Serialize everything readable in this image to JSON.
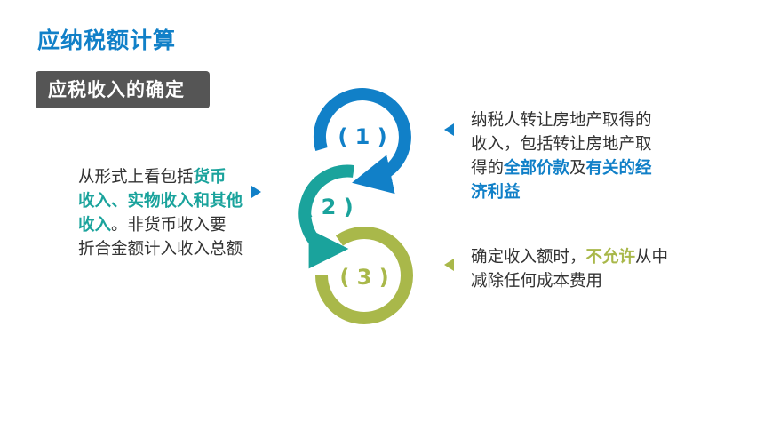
{
  "title": "应纳税额计算",
  "subtitle": "应税收入的确定",
  "colors": {
    "blue": "#1180c8",
    "teal": "#1aa39c",
    "olive": "#a9b84a",
    "box": "#555555"
  },
  "steps": [
    {
      "label": "( 1 )",
      "color": "#1180c8"
    },
    {
      "label": "( 2 )",
      "color": "#1aa39c"
    },
    {
      "label": "( 3 )",
      "color": "#a9b84a"
    }
  ],
  "left_text": {
    "p1": "从形式上看包括",
    "h1": "货币收入、实物收入和其他收入",
    "p2": "。非货币收入要折合金额计入收入总额"
  },
  "right_top": {
    "p1": "纳税人转让房地产取得的收入，包括转让房地产取得的",
    "h1": "全部价款",
    "p2": "及",
    "h2": "有关的经济利益"
  },
  "right_bottom": {
    "p1": "确定收入额时，",
    "h1": "不允许",
    "p2": "从中减除任何成本费用"
  }
}
